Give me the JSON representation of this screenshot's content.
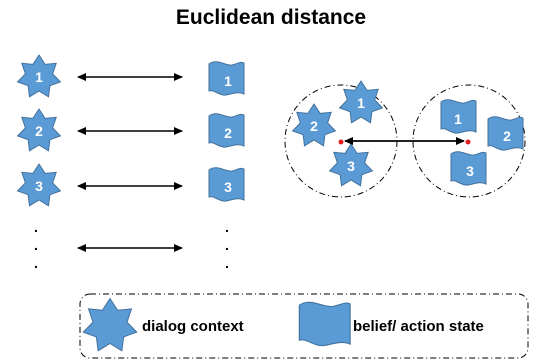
{
  "title": "Euclidean distance",
  "left_pairs": [
    {
      "star_label": "1",
      "flag_label": "1"
    },
    {
      "star_label": "2",
      "flag_label": "2"
    },
    {
      "star_label": "3",
      "flag_label": "3"
    }
  ],
  "ellipsis": ".",
  "cluster_star_labels": [
    "1",
    "2",
    "3"
  ],
  "cluster_flag_labels": [
    "1",
    "2",
    "3"
  ],
  "legend": {
    "star_label": "dialog context",
    "flag_label": "belief/ action state"
  },
  "colors": {
    "shape_fill": "#5b9bd5",
    "shape_stroke": "#41719c",
    "centroid": "#e02020"
  },
  "icons": [
    "star-icon",
    "flag-icon"
  ]
}
